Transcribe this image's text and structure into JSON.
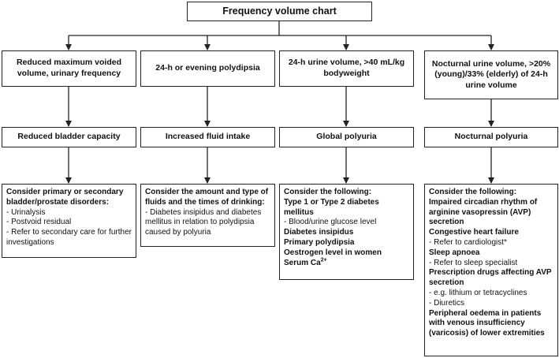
{
  "title": "Frequency volume chart",
  "columns": [
    {
      "finding": "Reduced maximum voided volume, urinary frequency",
      "category": "Reduced bladder capacity",
      "details": [
        {
          "text": "Consider primary or secondary bladder/prostate disorders:",
          "bold": true
        },
        {
          "text": "- Urinalysis",
          "bold": false
        },
        {
          "text": "- Postvoid residual",
          "bold": false
        },
        {
          "text": "- Refer to secondary care for further investigations",
          "bold": false
        }
      ]
    },
    {
      "finding": "24-h or evening polydipsia",
      "category": "Increased fluid intake",
      "details": [
        {
          "text": "Consider the amount and type of fluids and the times of drinking:",
          "bold": true
        },
        {
          "text": "- Diabetes insipidus and diabetes mellitus in relation to polydipsia caused by polyuria",
          "bold": false
        }
      ]
    },
    {
      "finding": "24-h urine volume, >40 mL/kg bodyweight",
      "category": "Global polyuria",
      "details": [
        {
          "text": "Consider the following:",
          "bold": true
        },
        {
          "text": "Type 1 or Type 2 diabetes mellitus",
          "bold": true
        },
        {
          "text": "- Blood/urine glucose level",
          "bold": false
        },
        {
          "text": "Diabetes insipidus",
          "bold": true
        },
        {
          "text": "Primary polydipsia",
          "bold": true
        },
        {
          "text": "Oestrogen level in women",
          "bold": true
        },
        {
          "text": "Serum Ca",
          "bold": true,
          "sup": "2+"
        }
      ]
    },
    {
      "finding": "Nocturnal urine volume, >20% (young)/33% (elderly) of 24-h urine volume",
      "category": "Nocturnal polyuria",
      "details": [
        {
          "text": "Consider the following:",
          "bold": true
        },
        {
          "text": "Impaired circadian rhythm of arginine vasopressin (AVP) secretion",
          "bold": true
        },
        {
          "text": "Congestive heart failure",
          "bold": true
        },
        {
          "text": "- Refer to cardiologist*",
          "bold": false
        },
        {
          "text": "Sleep apnoea",
          "bold": true
        },
        {
          "text": "- Refer to sleep specialist",
          "bold": false
        },
        {
          "text": "Prescription drugs affecting AVP secretion",
          "bold": true
        },
        {
          "text": "- e.g. lithium or tetracyclines",
          "bold": false
        },
        {
          "text": "- Diuretics",
          "bold": false
        },
        {
          "text": "Peripheral oedema in patients with venous insufficiency (varicosis) of lower extremities",
          "bold": true
        }
      ]
    }
  ]
}
